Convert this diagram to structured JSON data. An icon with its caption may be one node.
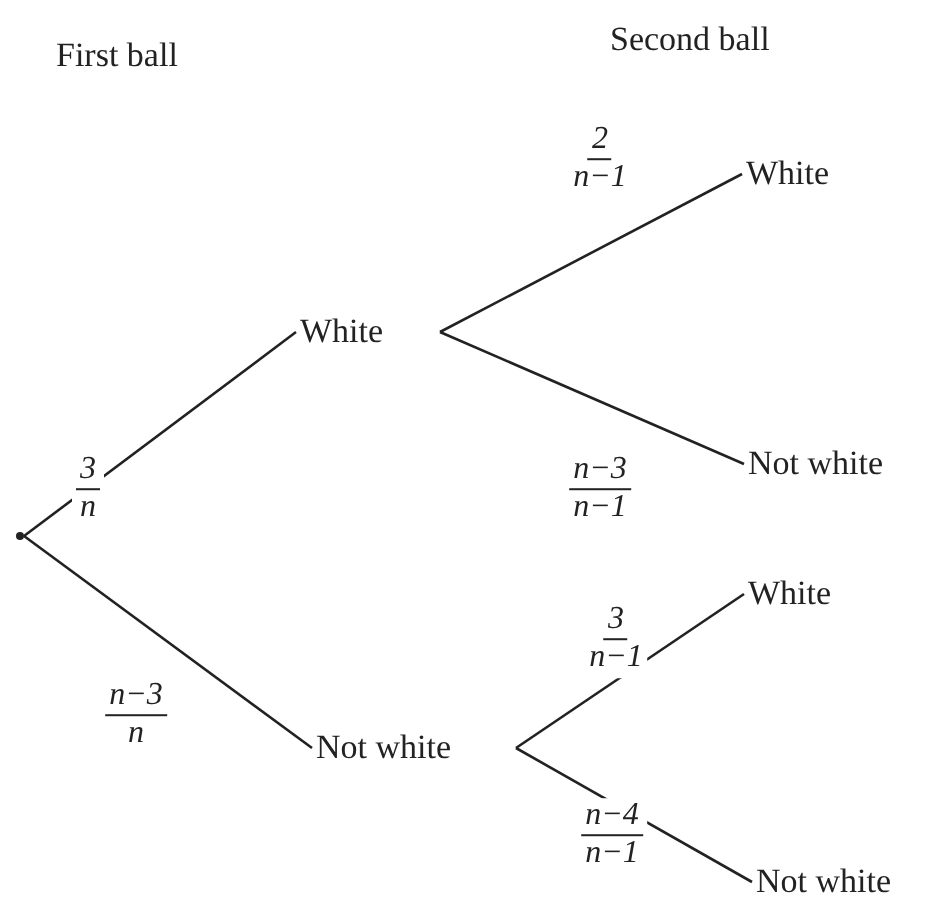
{
  "diagram": {
    "nodes": [
      {
        "text": [],
        "shape": "dot"
      },
      {
        "text": [
          "White"
        ]
      },
      {
        "text": [
          "Not white"
        ]
      },
      {
        "text": [
          "White"
        ]
      },
      {
        "text": [
          "Not white"
        ]
      },
      {
        "text": [
          "White"
        ]
      },
      {
        "text": [
          "Not white"
        ]
      }
    ],
    "edges": [
      {
        "from": 0,
        "to": 1,
        "arrow": "none",
        "label": "3 n"
      },
      {
        "from": 0,
        "to": 2,
        "arrow": "none",
        "label": "n−3 n"
      },
      {
        "from": 1,
        "to": 3,
        "arrow": "none",
        "label": "2 n−1"
      },
      {
        "from": 1,
        "to": 4,
        "arrow": "none",
        "label": "n−3 n−1"
      },
      {
        "from": 2,
        "to": 5,
        "arrow": "none",
        "label": "3 n−1"
      },
      {
        "from": 2,
        "to": 6,
        "arrow": "none",
        "label": "n−4 n−1"
      }
    ],
    "labels": [
      "First ball",
      "Second ball"
    ]
  }
}
